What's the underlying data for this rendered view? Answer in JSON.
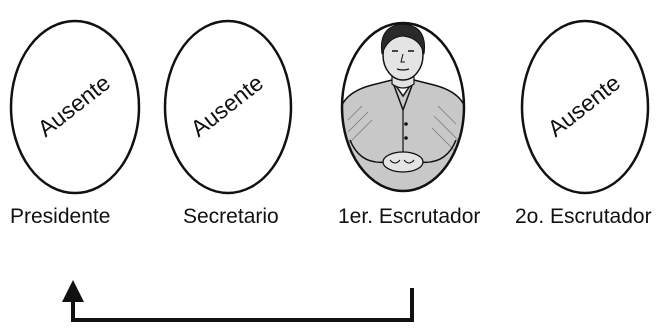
{
  "diagram": {
    "members": [
      {
        "role": "Presidente",
        "status": "Ausente",
        "present": false
      },
      {
        "role": "Secretario",
        "status": "Ausente",
        "present": false
      },
      {
        "role": "1er. Escrutador",
        "status": "",
        "present": true
      },
      {
        "role": "2o. Escrutador",
        "status": "Ausente",
        "present": false
      }
    ],
    "arrow": {
      "from": "1er. Escrutador",
      "to": "Presidente",
      "icon": "arrow-up-icon"
    },
    "colors": {
      "stroke": "#111111",
      "portrait_fill": "#cfcfcf",
      "background": "#ffffff"
    }
  }
}
